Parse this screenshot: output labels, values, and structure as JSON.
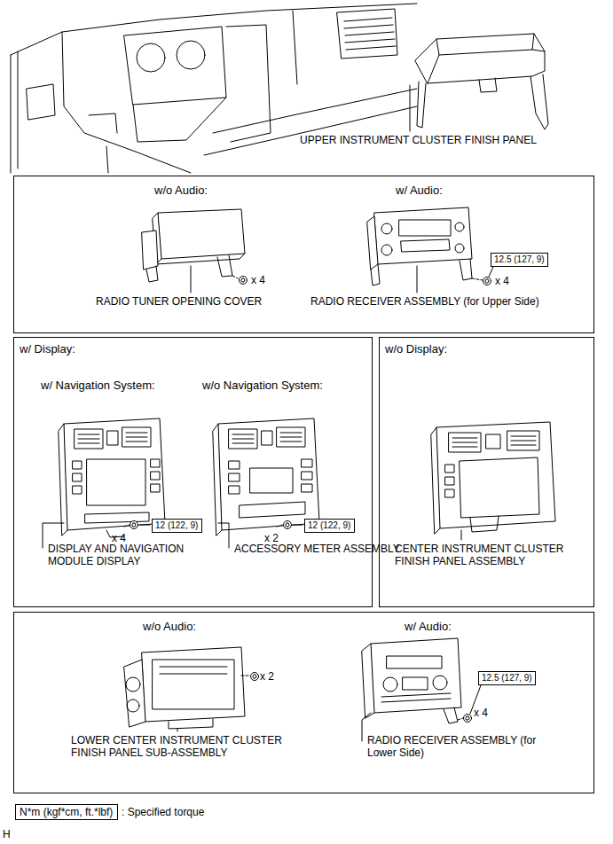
{
  "diagram": {
    "nodes": [
      {
        "text": [
          "w/o Audio:",
          "w/ Audio:"
        ]
      },
      {
        "text": [
          "12.5 (127, 9)"
        ],
        "in": 0
      },
      {
        "text": [
          "w/ Display:",
          "w/ Navigation System:",
          "w/o Navigation System:"
        ]
      },
      {
        "text": [
          "12 (122, 9)"
        ],
        "in": 2
      },
      {
        "text": [
          "12 (122, 9)"
        ],
        "in": 2
      },
      {
        "text": [
          "w/o Display:"
        ]
      },
      {
        "text": [
          "w/o Audio:",
          "w/ Audio:"
        ]
      },
      {
        "text": [
          "12.5 (127, 9)"
        ],
        "in": 6
      },
      {
        "text": [
          "N*m (kgf*cm, ft.*lbf)"
        ]
      }
    ],
    "labels": [
      "UPPER INSTRUMENT CLUSTER FINISH PANEL",
      "x 4",
      "RADIO TUNER OPENING COVER",
      "x 4",
      "RADIO RECEIVER ASSEMBLY (for Upper Side)",
      "x 4",
      "DISPLAY AND NAVIGATION MODULE DISPLAY",
      "x 2",
      "ACCESSORY METER ASSEMBLY",
      "CENTER INSTRUMENT CLUSTER FINISH PANEL ASSEMBLY",
      "x 2",
      "LOWER CENTER INSTRUMENT CLUSTER FINISH PANEL SUB-ASSEMBLY",
      "x 4",
      "RADIO RECEIVER ASSEMBLY (for Lower Side)",
      ": Specified torque",
      "H"
    ]
  }
}
